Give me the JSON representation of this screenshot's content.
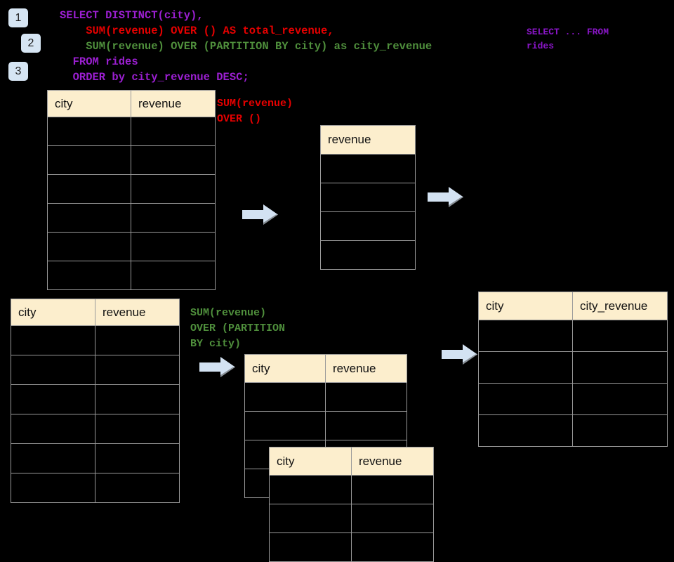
{
  "page": {
    "background": "#000000",
    "title": "SQL window function diagram"
  },
  "badges": [
    {
      "label": "1"
    },
    {
      "label": "2"
    },
    {
      "label": "3"
    }
  ],
  "sql": {
    "lines": [
      {
        "text": "SELECT DISTINCT(city),",
        "color": "#9b1fd1"
      },
      {
        "text": "    SUM(revenue) OVER () AS total_revenue,",
        "color": "#e60000"
      },
      {
        "text": "    SUM(revenue) OVER (PARTITION BY city) as city_revenue",
        "color": "#4f8f3c"
      },
      {
        "text": "  FROM rides",
        "color": "#9b1fd1"
      },
      {
        "text": "  ORDER by city_revenue DESC;",
        "color": "#9b1fd1"
      }
    ]
  },
  "annotations": {
    "source_query": {
      "text": "SELECT ... FROM\nrides",
      "color": "#8a16c8"
    },
    "total_revenue": {
      "text": "SUM(revenue)\nOVER ()",
      "color": "#e60000"
    },
    "city_revenue": {
      "text": "SUM(revenue)\nOVER (PARTITION\nBY city)",
      "color": "#4f8f3c"
    }
  },
  "tables": {
    "rides_top": {
      "headers": [
        "city",
        "revenue"
      ],
      "body_rows": 6
    },
    "total_revenue": {
      "headers": [
        "revenue"
      ],
      "body_rows": 4
    },
    "rides_bottom": {
      "headers": [
        "city",
        "revenue"
      ],
      "body_rows": 6
    },
    "partition_a": {
      "headers": [
        "city",
        "revenue"
      ],
      "body_rows": 4
    },
    "partition_b": {
      "headers": [
        "city",
        "revenue"
      ],
      "body_rows": 3
    },
    "result": {
      "headers": [
        "city",
        "city_revenue"
      ],
      "body_rows": 4
    }
  },
  "arrows": {
    "count": 4,
    "color": "#d3e2f2",
    "names": [
      "arrow-top-left",
      "arrow-top-right",
      "arrow-bottom-left",
      "arrow-bottom-right"
    ]
  },
  "colors": {
    "background": "#000000",
    "table_header_bg": "#fceecd",
    "table_border": "#9a9a9a",
    "badge_bg": "#d6e5f3",
    "arrow_fill": "#d3e2f2",
    "purple": "#9b1fd1",
    "red": "#e60000",
    "green": "#4f8f3c"
  }
}
